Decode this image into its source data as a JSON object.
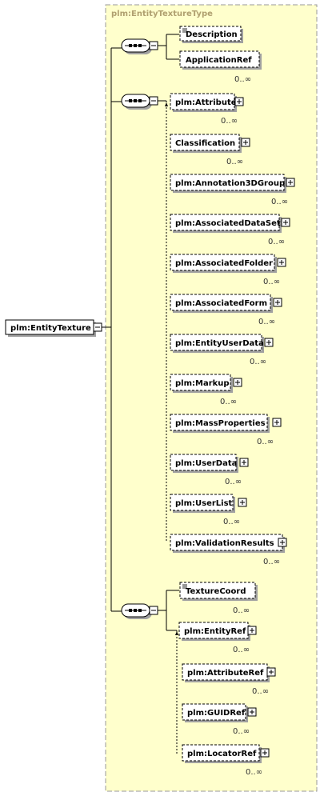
{
  "type_label": "plm:EntityTextureType",
  "root": {
    "label": "plm:EntityTexture"
  },
  "sequences": [
    {
      "elements": [
        {
          "label": "Description",
          "cardinality": "",
          "expandable": false,
          "doc_icon": true
        },
        {
          "label": "ApplicationRef",
          "cardinality": "0..∞",
          "expandable": false,
          "doc_icon": false
        }
      ]
    },
    {
      "elements": [
        {
          "label": "plm:Attribute",
          "cardinality": "0..∞",
          "expandable": true
        },
        {
          "label": "Classification",
          "cardinality": "0..∞",
          "expandable": true
        },
        {
          "label": "plm:Annotation3DGroup",
          "cardinality": "0..∞",
          "expandable": true
        },
        {
          "label": "plm:AssociatedDataSet",
          "cardinality": "0..∞",
          "expandable": true
        },
        {
          "label": "plm:AssociatedFolder",
          "cardinality": "0..∞",
          "expandable": true
        },
        {
          "label": "plm:AssociatedForm",
          "cardinality": "0..∞",
          "expandable": true
        },
        {
          "label": "plm:EntityUserData",
          "cardinality": "0..∞",
          "expandable": true
        },
        {
          "label": "plm:Markup",
          "cardinality": "0..∞",
          "expandable": true
        },
        {
          "label": "plm:MassProperties",
          "cardinality": "0..∞",
          "expandable": true
        },
        {
          "label": "plm:UserData",
          "cardinality": "0..∞",
          "expandable": true
        },
        {
          "label": "plm:UserList",
          "cardinality": "0..∞",
          "expandable": true
        },
        {
          "label": "plm:ValidationResults",
          "cardinality": "0..∞",
          "expandable": true
        }
      ]
    },
    {
      "elements": [
        {
          "label": "TextureCoord",
          "cardinality": "0..∞",
          "expandable": false,
          "doc_icon": true
        },
        {
          "label": "plm:EntityRef",
          "cardinality": "0..∞",
          "expandable": true
        },
        {
          "label": "plm:AttributeRef",
          "cardinality": "0..∞",
          "expandable": true
        },
        {
          "label": "plm:GUIDRef",
          "cardinality": "0..∞",
          "expandable": true
        },
        {
          "label": "plm:LocatorRef",
          "cardinality": "0..∞",
          "expandable": true
        }
      ]
    }
  ],
  "colors": {
    "type_background": "#ffffcc",
    "box_background": "#ffffff",
    "box_shadow": "#a0a0a0",
    "line": "#000000",
    "dash": "#808080"
  }
}
